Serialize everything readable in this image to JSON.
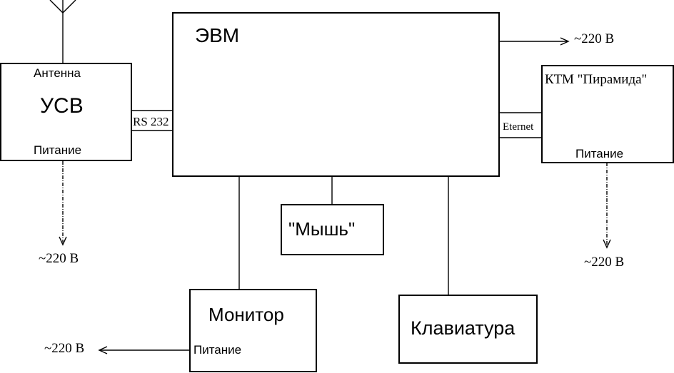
{
  "diagram": {
    "evm": {
      "title": "ЭВМ"
    },
    "usv": {
      "title": "УСВ",
      "antenna_label": "Антенна",
      "power_label": "Питание",
      "port_label": "RS 232",
      "mains_label": "~220 В"
    },
    "ktm": {
      "title": "КТМ \"Пирамида\"",
      "power_label": "Питание",
      "port_label": "Eternet",
      "mains_label": "~220 В"
    },
    "evm_mains_label": "~220 В",
    "mouse": {
      "title": "\"Мышь\""
    },
    "monitor": {
      "title": "Монитор",
      "power_label": "Питание",
      "mains_label": "~220 В"
    },
    "keyboard": {
      "title": "Клавиатура"
    }
  }
}
